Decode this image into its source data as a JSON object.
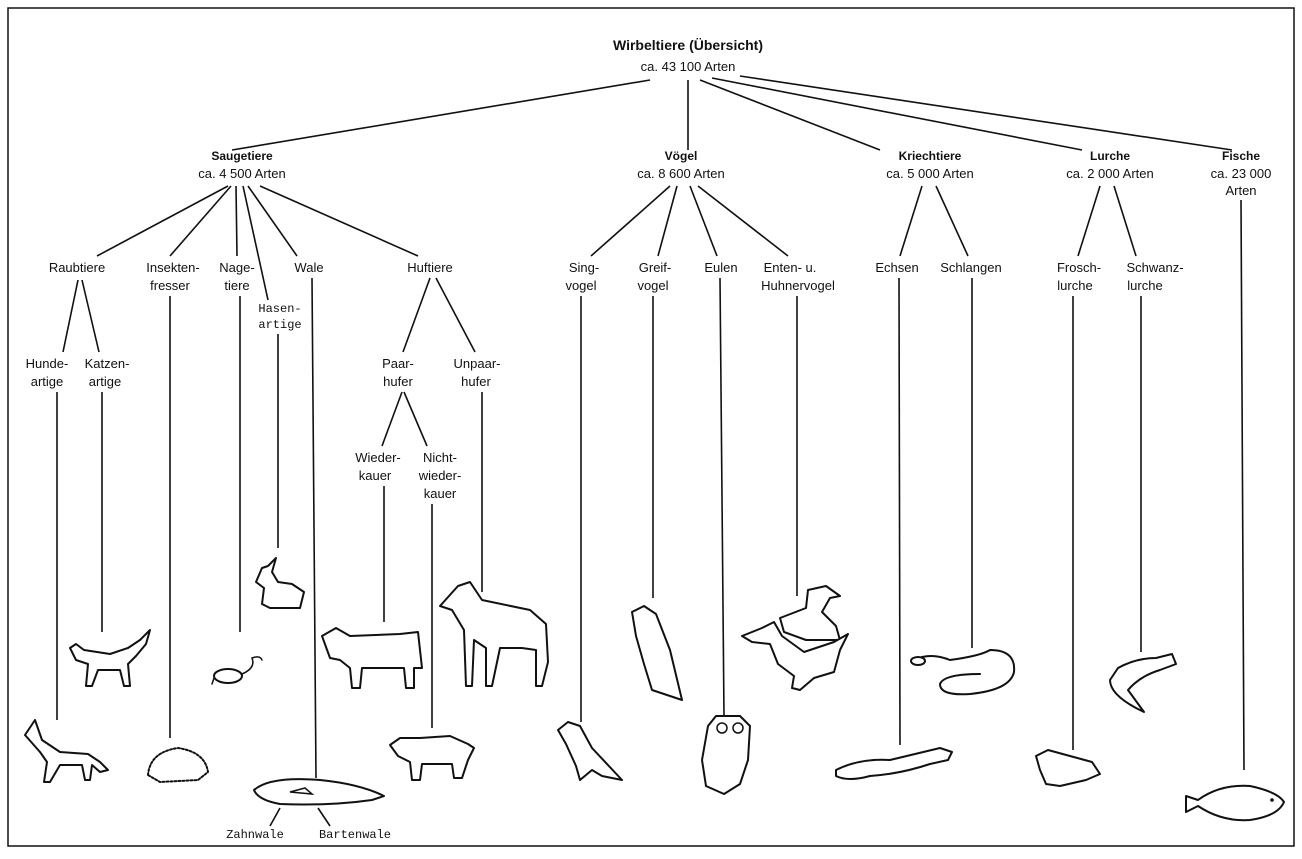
{
  "title": "Wirbeltiere (Übersicht)",
  "title_count": "ca. 43 100 Arten",
  "classes": {
    "saeugetiere": {
      "name": "Saugetiere",
      "count": "ca. 4 500 Arten"
    },
    "voegel": {
      "name": "Vögel",
      "count": "ca. 8 600 Arten"
    },
    "kriechtiere": {
      "name": "Kriechtiere",
      "count": "ca. 5 000 Arten"
    },
    "lurche": {
      "name": "Lurche",
      "count": "ca. 2 000 Arten"
    },
    "fische": {
      "name": "Fische",
      "count_line1": "ca. 23 000",
      "count_line2": "Arten"
    }
  },
  "groups": {
    "raubtiere": "Raubtiere",
    "insektenfresser": [
      "Insekten-",
      "fresser"
    ],
    "nagetiere": [
      "Nage-",
      "tiere"
    ],
    "hasenartige": [
      "Hasen-",
      "artige"
    ],
    "wale": "Wale",
    "huftiere": "Huftiere",
    "hundeartige": [
      "Hunde-",
      "artige"
    ],
    "katzenartige": [
      "Katzen-",
      "artige"
    ],
    "paarhufer": [
      "Paar-",
      "hufer"
    ],
    "unpaarhufer": [
      "Unpaar-",
      "hufer"
    ],
    "wiederkauer": [
      "Wieder-",
      "kauer"
    ],
    "nichtwiederkauer": [
      "Nicht-",
      "wieder-",
      "kauer"
    ],
    "singvogel": [
      "Sing-",
      "vogel"
    ],
    "greifvogel": [
      "Greif-",
      "vogel"
    ],
    "eulen": "Eulen",
    "enten": [
      "Enten- u.",
      "Huhnervogel"
    ],
    "echsen": "Echsen",
    "schlangen": "Schlangen",
    "froschlurche": [
      "Frosch-",
      "lurche"
    ],
    "schwanzlurche": [
      "Schwanz-",
      "lurche"
    ],
    "zahnwale": "Zahnwale",
    "bartenwale": "Bartenwale"
  }
}
